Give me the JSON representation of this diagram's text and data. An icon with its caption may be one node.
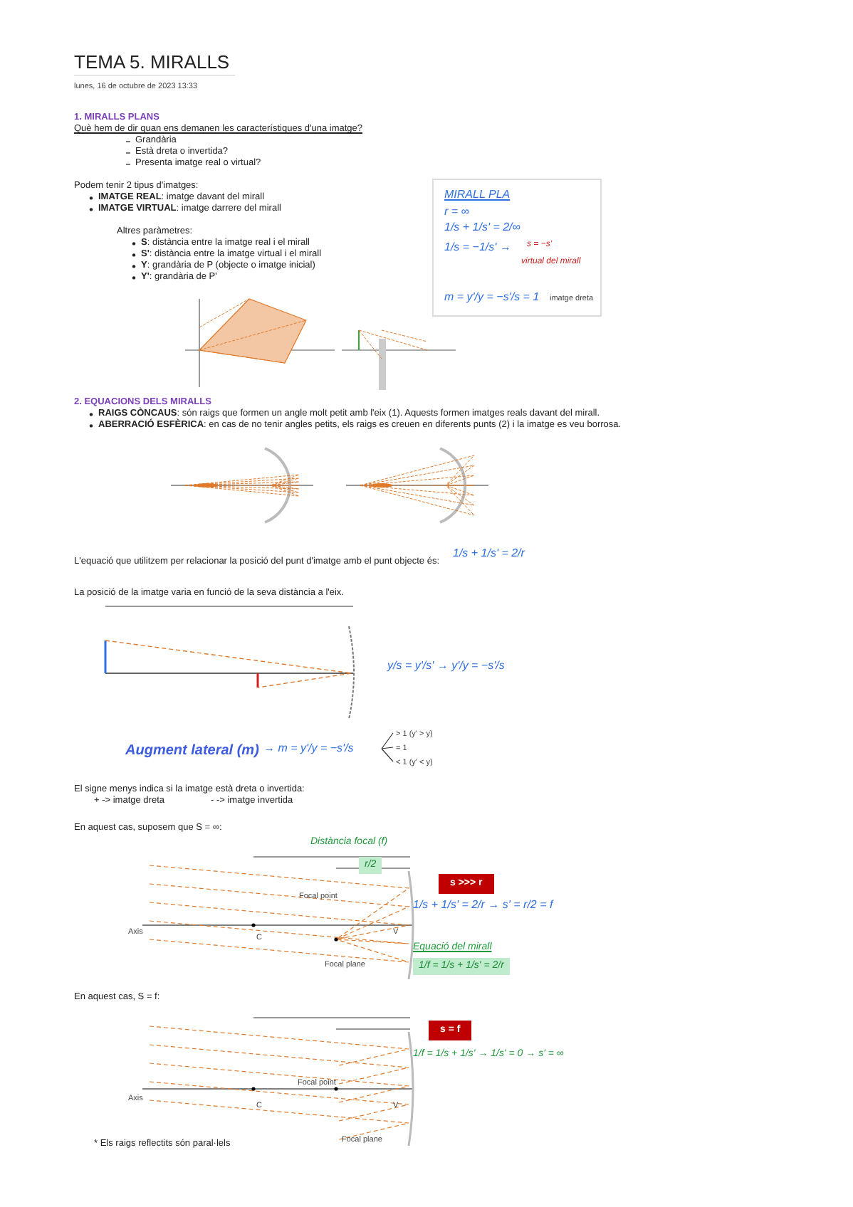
{
  "diagram": {
    "title": "TEMA 5. MIRALLS",
    "labels": [
      "lunes, 16 de octubre de 2023 13:33",
      "1. MIRALLS PLANS",
      "Què hem de dir quan ens demanen les característiques d'una imatge?",
      "Grandària",
      "Està dreta o invertida?",
      "Presenta imatge real o virtual?",
      "Podem tenir 2 tipus d'imatges:",
      "**IMATGE REAL**: imatge davant del mirall",
      "**IMATGE VIRTUAL**: imatge darrere del mirall",
      "Altres paràmetres:",
      "**S**: distància entre la imatge real i el mirall",
      "**S'**: distància entre la imatge virtual i el mirall",
      "**Y**: grandària de P (objecte o imatge inicial)",
      "**Y'**: grandària de P'",
      "MIRALL PLA",
      "r = ∞",
      "1/s + 1/s' = 2/∞",
      "1/s = −1/s' →",
      "s = −s'",
      "virtual del mirall",
      "m = y'/y = −s'/s = 1",
      "imatge dreta",
      "2. EQUACIONS DELS MIRALLS",
      "**RAIGS CÒNCAUS**: són raigs que formen un angle molt petit amb l'eix (1). Aquests formen imatges reals davant del mirall.",
      "**ABERRACIÓ ESFÈRICA**: en cas de no tenir angles petits, els raigs es creuen en diferents punts (2) i la imatge es veu borrosa.",
      "L'equació que utilitzem per relacionar la posició del punt d'imatge amb el punt objecte és:",
      "1/s + 1/s' = 2/r",
      "La posició de la imatge varia en funció de la seva distància a l'eix.",
      "y/s = y'/s' → y'/y = −s'/s",
      "Augment lateral (m)",
      "→ m = y'/y = −s'/s",
      "> 1 (y' > y)",
      "= 1",
      "< 1 (y' < y)",
      "El signe menys indica si la imatge està dreta o invertida:",
      "+ -> imatge dreta",
      "- -> imatge invertida",
      "En aquest cas, suposem que S = ∞:",
      "Distància focal (f)",
      "r/2",
      "Focal point",
      "Axis",
      "C",
      "V",
      "Focal plane",
      "s >>> r",
      "1/s + 1/s' = 2/r → s' = r/2 = f",
      "Equació del mirall",
      "1/f = 1/s + 1/s' = 2/r",
      "En aquest cas, S = f:",
      "s = f",
      "Focal point",
      "Axis",
      "C",
      "V",
      "Focal plane",
      "1/f = 1/s + 1/s' → 1/s' = 0 → s' = ∞",
      "* Els raigs reflectits són paral·lels"
    ]
  }
}
